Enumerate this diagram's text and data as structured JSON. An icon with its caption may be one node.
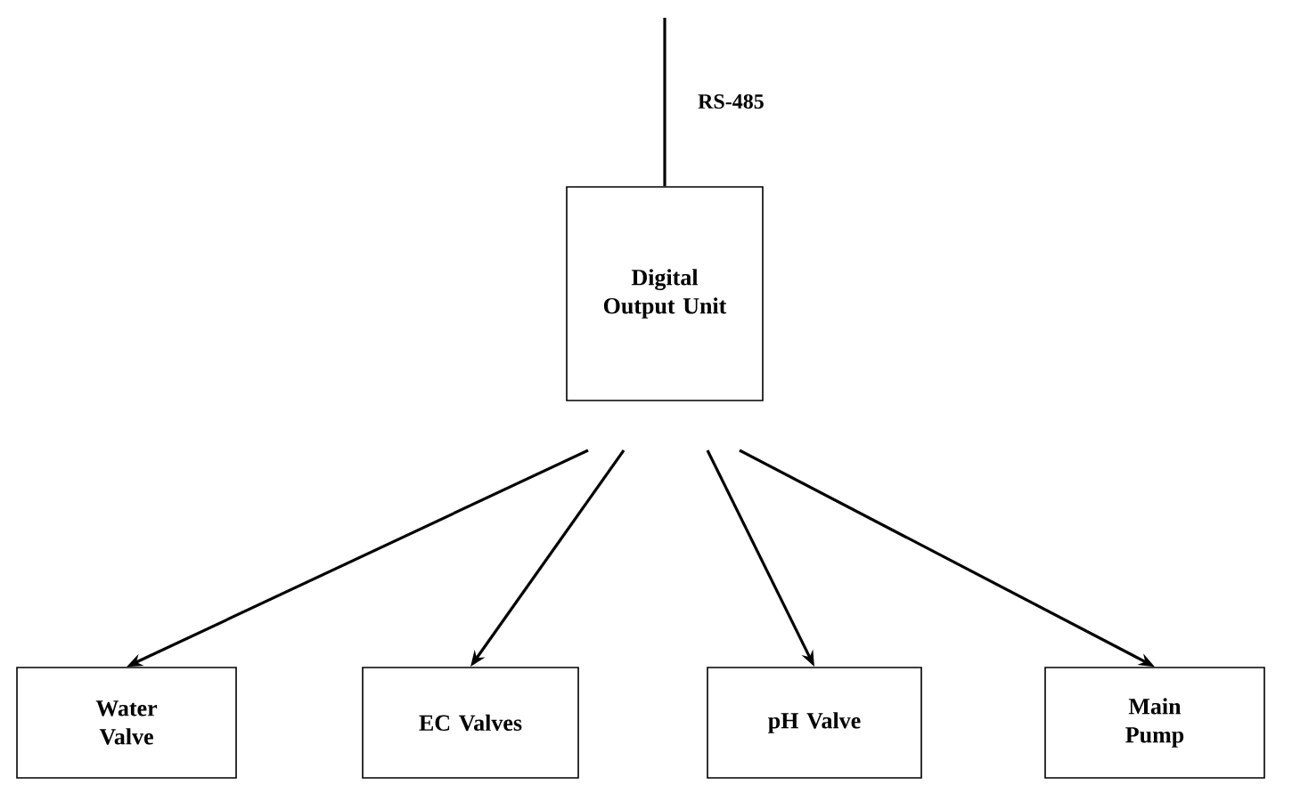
{
  "diagram": {
    "nodes": [
      {
        "text": [
          "Digital Output Unit"
        ]
      },
      {
        "text": [
          "Water Valve"
        ]
      },
      {
        "text": [
          "EC Valves"
        ]
      },
      {
        "text": [
          "pH Valve"
        ]
      },
      {
        "text": [
          "Main Pump"
        ]
      }
    ],
    "edges": [
      {
        "from": null,
        "to": 0,
        "arrow": "none",
        "label": "RS-485"
      },
      {
        "from": 0,
        "to": 1,
        "arrow": "to"
      },
      {
        "from": 0,
        "to": 2,
        "arrow": "to"
      },
      {
        "from": 0,
        "to": 3,
        "arrow": "to"
      },
      {
        "from": 0,
        "to": 4,
        "arrow": "to"
      }
    ]
  }
}
